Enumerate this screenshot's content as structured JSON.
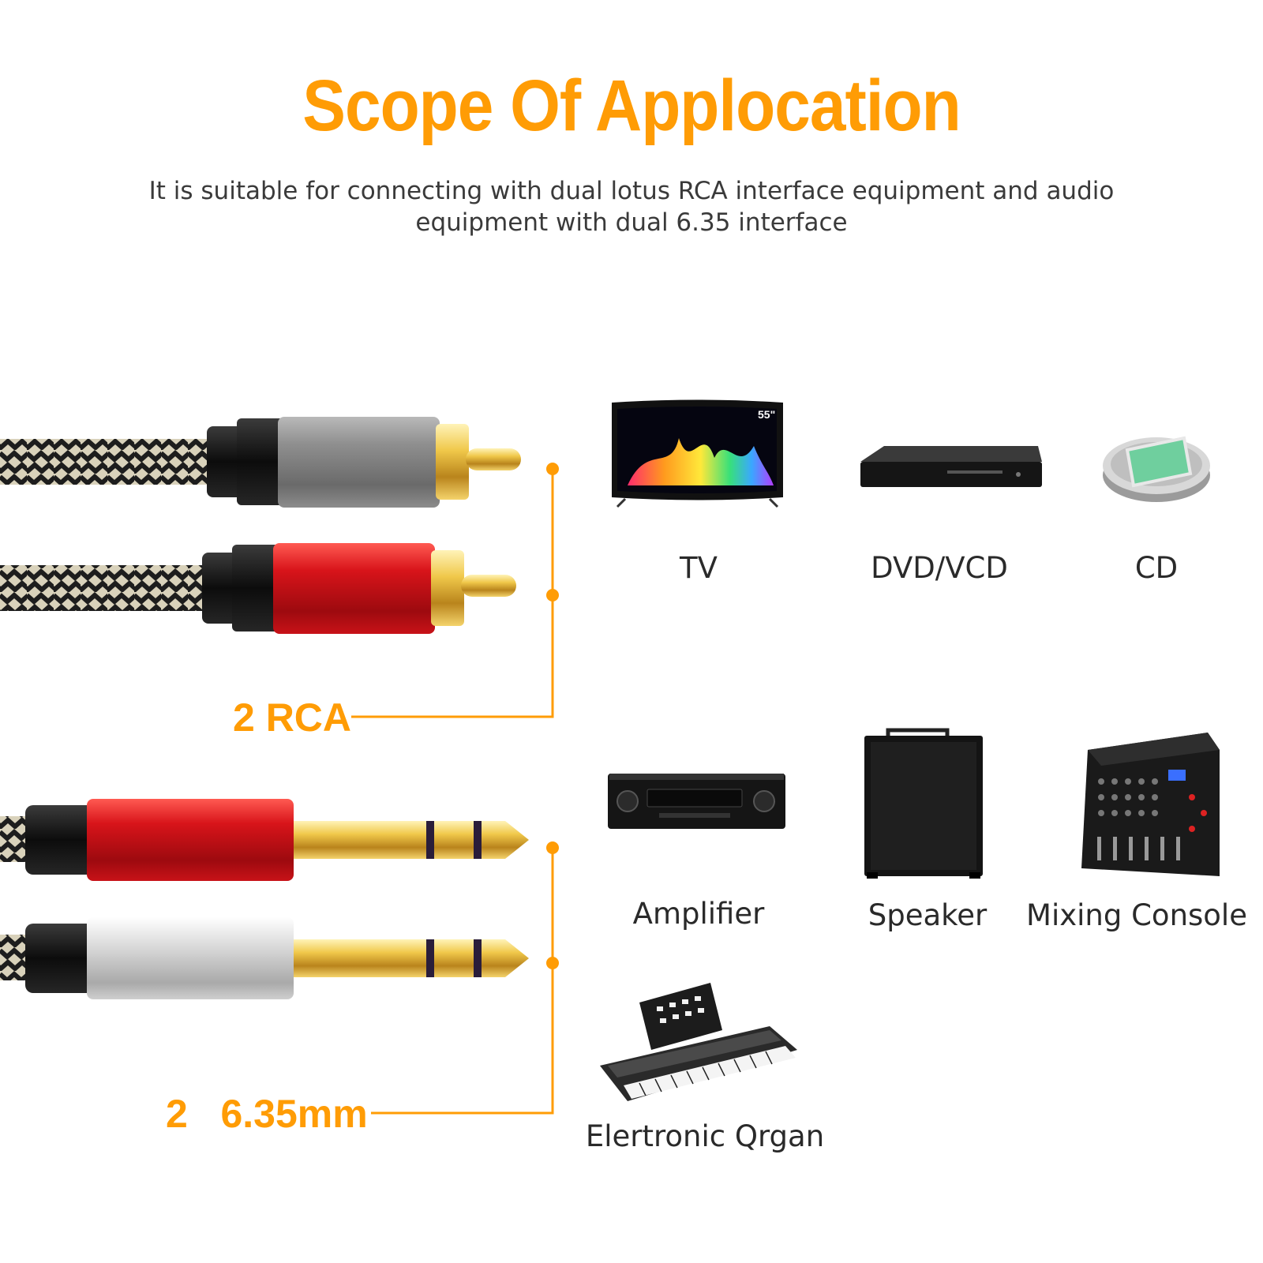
{
  "header": {
    "title": "Scope Of Applocation",
    "subtitle": "It is suitable for connecting with dual lotus RCA interface equipment and audio equipment with dual 6.35 interface"
  },
  "connectors": {
    "rca_label": "2 RCA",
    "jack_label": "2   6.35mm"
  },
  "devices": {
    "tv": "TV",
    "tv_badge": "55\"",
    "dvd": "DVD/VCD",
    "cd": "CD",
    "amplifier": "Amplifier",
    "speaker": "Speaker",
    "mixer": "Mixing Console",
    "organ": "Elertronic Qrgan"
  },
  "colors": {
    "accent": "#ff9c05",
    "red_plug": "#d8141a",
    "silver_plug": "#c9c9c9",
    "gold": "#e7b93a"
  }
}
